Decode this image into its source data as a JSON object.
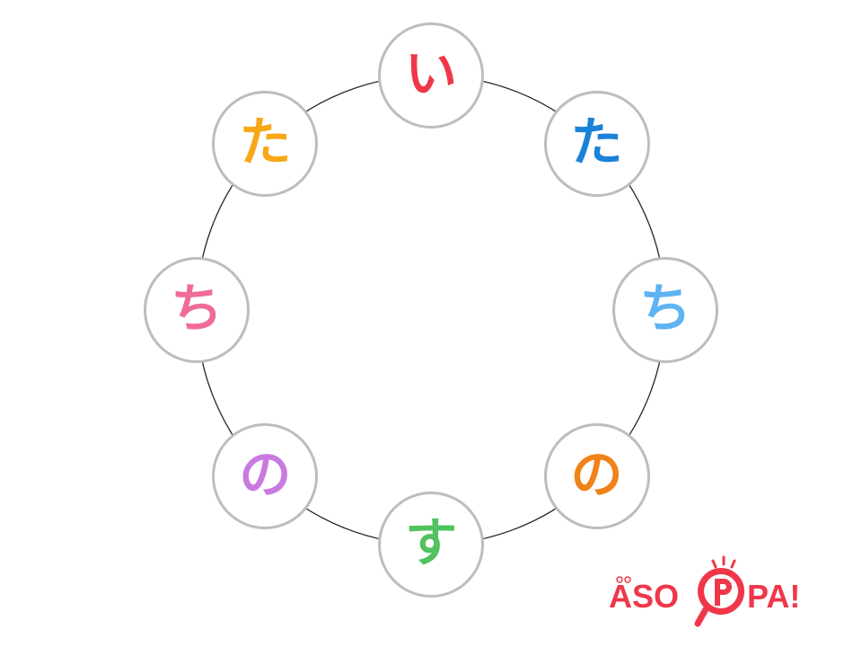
{
  "ring": {
    "nodes": [
      {
        "char": "い",
        "color": "#f0374a"
      },
      {
        "char": "た",
        "color": "#1a82d8"
      },
      {
        "char": "ち",
        "color": "#5eb3f1"
      },
      {
        "char": "の",
        "color": "#f08218"
      },
      {
        "char": "す",
        "color": "#52c15f"
      },
      {
        "char": "の",
        "color": "#c97ae0"
      },
      {
        "char": "ち",
        "color": "#f06c96"
      },
      {
        "char": "た",
        "color": "#f7a817"
      }
    ],
    "line_color": "#222222",
    "node_border_color": "#bdbdbd"
  },
  "logo": {
    "text_part1": "ASO",
    "text_part2": "PA!",
    "text_full": "ASOPPA!",
    "color": "#f0374a"
  }
}
